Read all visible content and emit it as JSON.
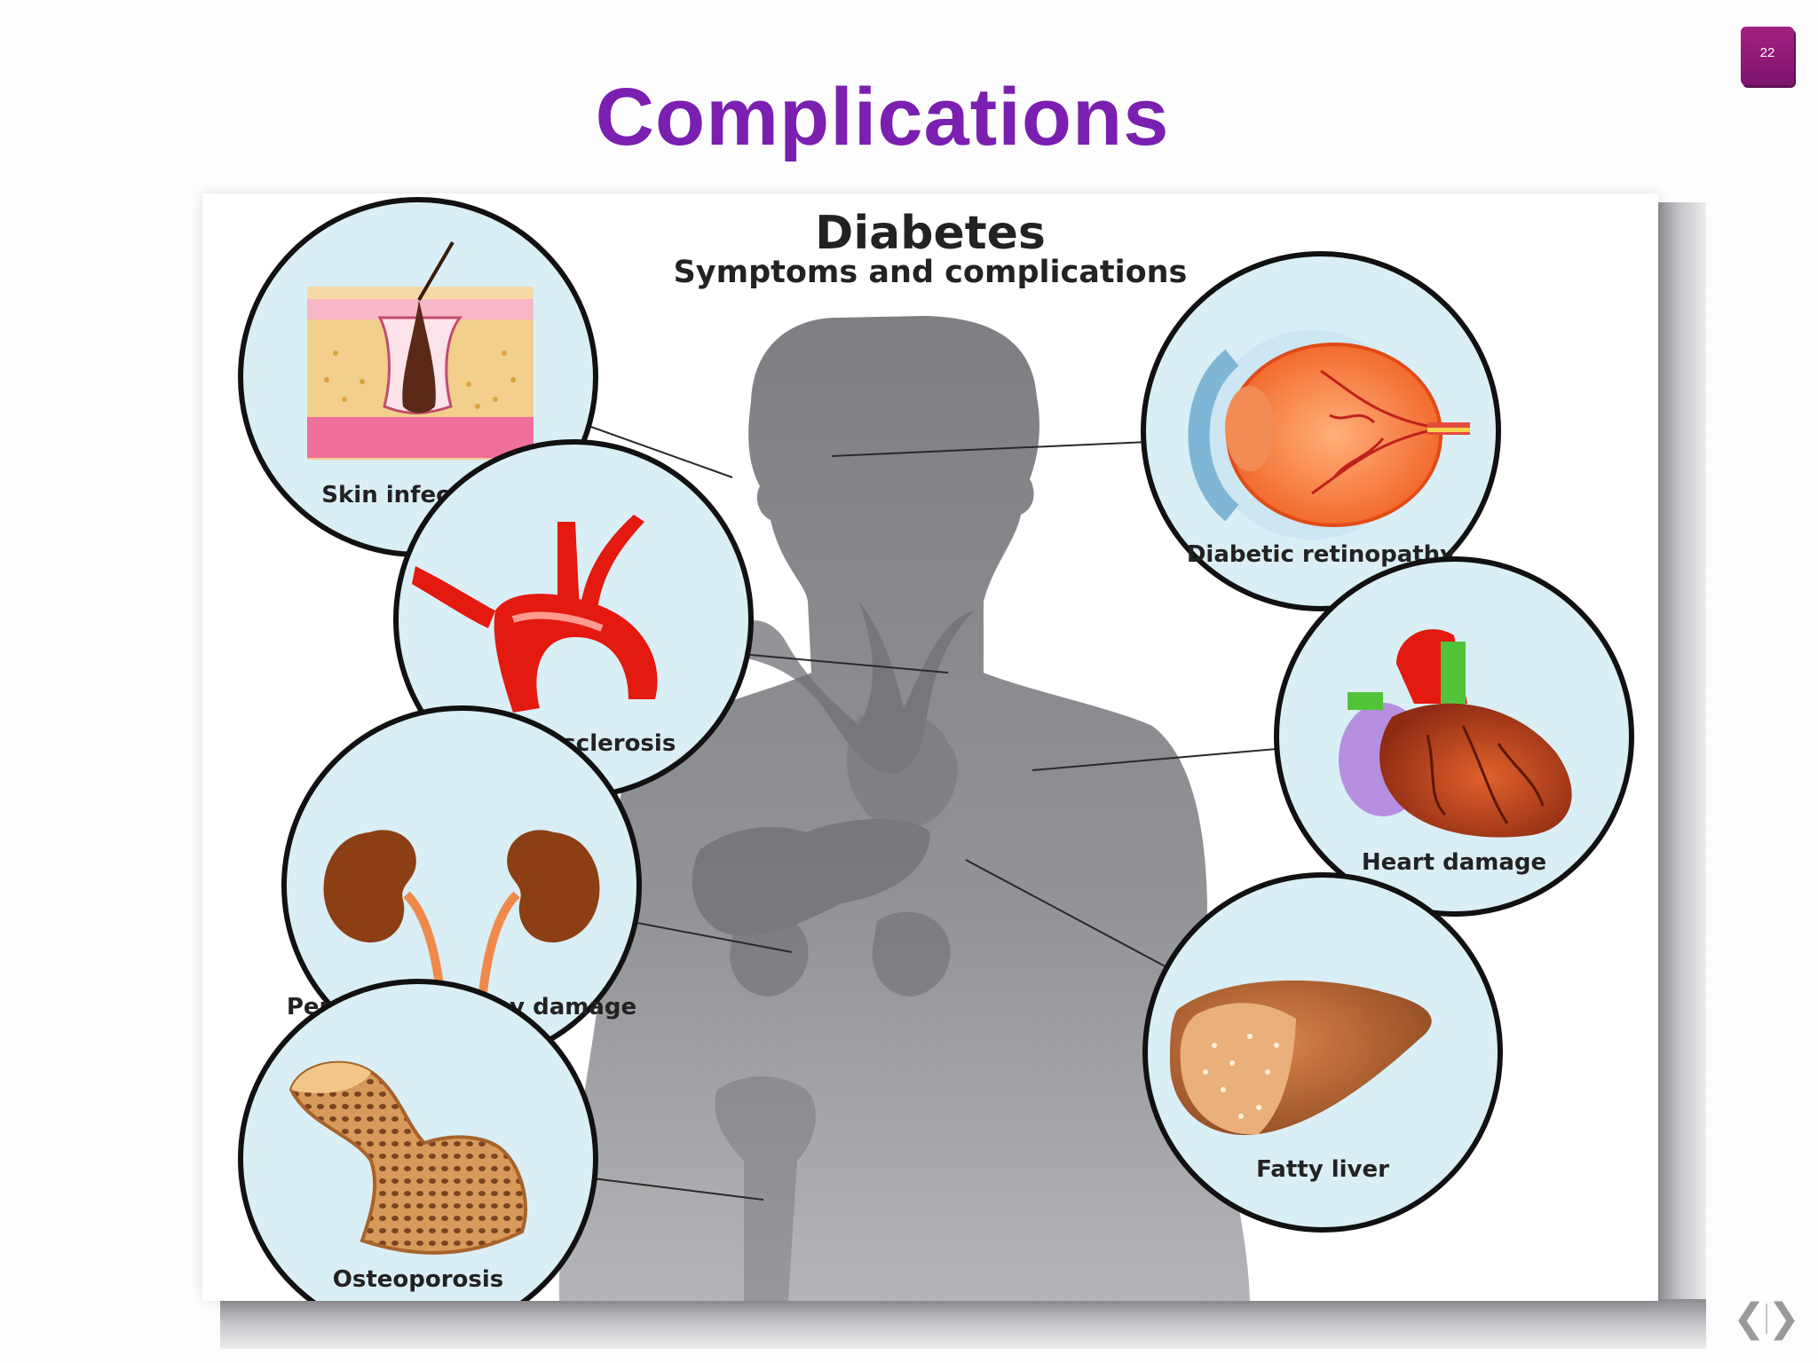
{
  "slide": {
    "title": "Complications",
    "page_number": "22"
  },
  "figure": {
    "title": "Diabetes",
    "subtitle": "Symptoms and complications",
    "labels": {
      "skin": "Skin infections",
      "retinopathy": "Diabetic retinopathy",
      "arteriosclerosis": "Arteriosclerosis",
      "heart": "Heart damage",
      "kidney": "Permanent kidney damage",
      "liver": "Fatty liver",
      "osteoporosis": "Osteoporosis"
    }
  },
  "nav": {
    "prev": "❮",
    "next": "❯"
  },
  "colors": {
    "title": "#7a1fb0",
    "badge": "#8e1877",
    "silhouette": "#8e8e92",
    "circle_fill": "#d9eef5"
  }
}
